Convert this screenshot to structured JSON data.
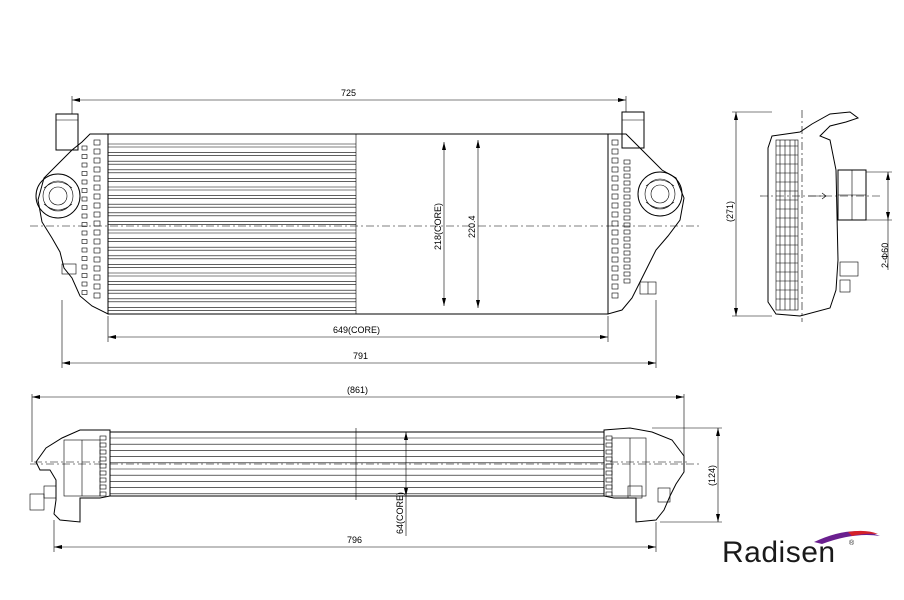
{
  "dimensions": {
    "front_overall_top": "725",
    "front_core_height": "218(CORE)",
    "front_height": "220.4",
    "front_core_width": "649(CORE)",
    "front_overall_bottom": "791",
    "side_height": "(271)",
    "side_pipe": "2-Φ60",
    "top_overall": "(861)",
    "top_depth": "(124)",
    "top_core_depth": "64(CORE)",
    "top_width": "796"
  },
  "brand": {
    "name": "Radisen",
    "reg": "®",
    "swoosh_color": "#6a1f8f",
    "swoosh_accent": "#d4202a"
  }
}
